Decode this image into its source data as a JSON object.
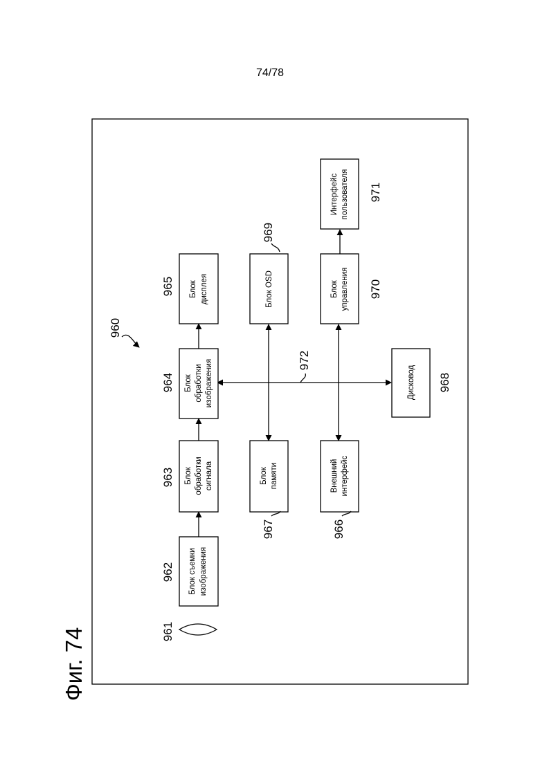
{
  "page_number": "74/78",
  "figure_title": "Фиг. 74",
  "system_ref": "960",
  "lens_ref": "961",
  "bus_ref": "972",
  "blocks": {
    "b962": {
      "ref": "962",
      "line1": "Блок съемки",
      "line2": "изображения"
    },
    "b963": {
      "ref": "963",
      "line1": "Блок",
      "line2": "обработки",
      "line3": "сигнала"
    },
    "b964": {
      "ref": "964",
      "line1": "Блок",
      "line2": "обработки",
      "line3": "изображения"
    },
    "b965": {
      "ref": "965",
      "line1": "Блок",
      "line2": "дисплея"
    },
    "b966": {
      "ref": "966",
      "line1": "Внешний",
      "line2": "интерфейс"
    },
    "b967": {
      "ref": "967",
      "line1": "Блок",
      "line2": "памяти"
    },
    "b968": {
      "ref": "968",
      "line1": "Дисковод"
    },
    "b969": {
      "ref": "969",
      "line1": "Блок OSD"
    },
    "b970": {
      "ref": "970",
      "line1": "Блок",
      "line2": "управления"
    },
    "b971": {
      "ref": "971",
      "line1": "Интерфейс",
      "line2": "пользователя"
    }
  }
}
